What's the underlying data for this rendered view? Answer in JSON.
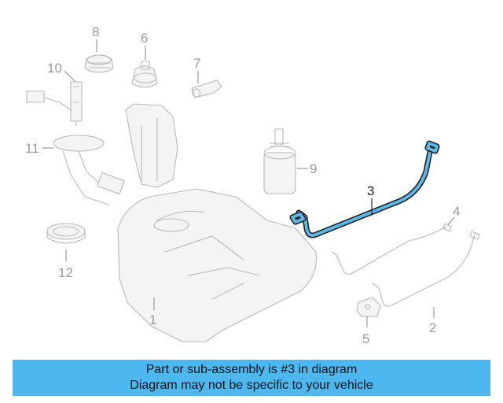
{
  "colors": {
    "banner_bg": "#4db8f0",
    "highlight": "#5bb8e6",
    "lineart": "#b9b9b9"
  },
  "callouts": {
    "n1": "1",
    "n2": "2",
    "n3": "3",
    "n4": "4",
    "n5": "5",
    "n6": "6",
    "n7": "7",
    "n8": "8",
    "n9": "9",
    "n10": "10",
    "n11": "11",
    "n12": "12"
  },
  "highlighted_part": "3",
  "banner": {
    "line1": "Part or sub-assembly is #3 in diagram",
    "line2": "Diagram may not be specific to your vehicle"
  }
}
